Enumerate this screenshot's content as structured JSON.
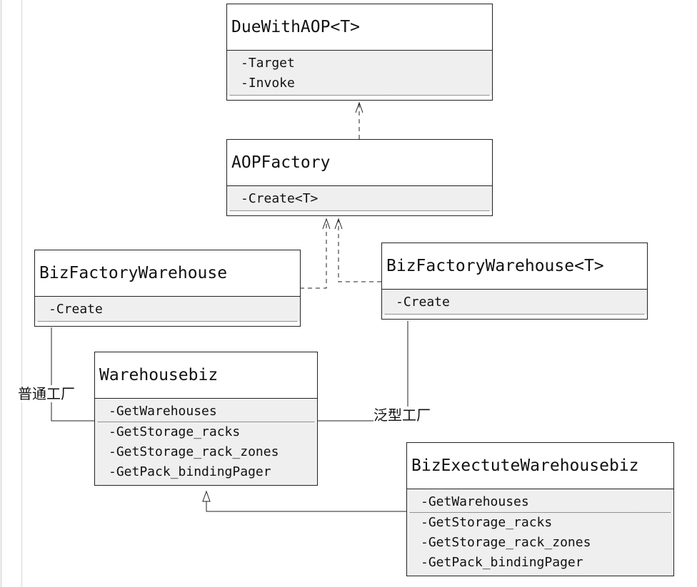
{
  "classes": {
    "due": {
      "name": "DueWithAOP<T>",
      "ops": [
        "-Target",
        "-Invoke"
      ]
    },
    "aop": {
      "name": "AOPFactory",
      "ops": [
        "-Create<T>"
      ]
    },
    "bizfw": {
      "name": "BizFactoryWarehouse",
      "ops": [
        "-Create"
      ]
    },
    "bizfwt": {
      "name": "BizFactoryWarehouse<T>",
      "ops": [
        "-Create"
      ]
    },
    "wbiz": {
      "name": "Warehousebiz",
      "ops": [
        "-GetWarehouses",
        "-GetStorage_racks",
        "-GetStorage_rack_zones",
        "-GetPack_bindingPager"
      ]
    },
    "bizexec": {
      "name": "BizExectuteWarehousebiz",
      "ops": [
        "-GetWarehouses",
        "-GetStorage_racks",
        "-GetStorage_rack_zones",
        "-GetPack_bindingPager"
      ]
    }
  },
  "labels": {
    "normal_factory": "普通工厂",
    "generic_factory": "泛型工厂"
  }
}
